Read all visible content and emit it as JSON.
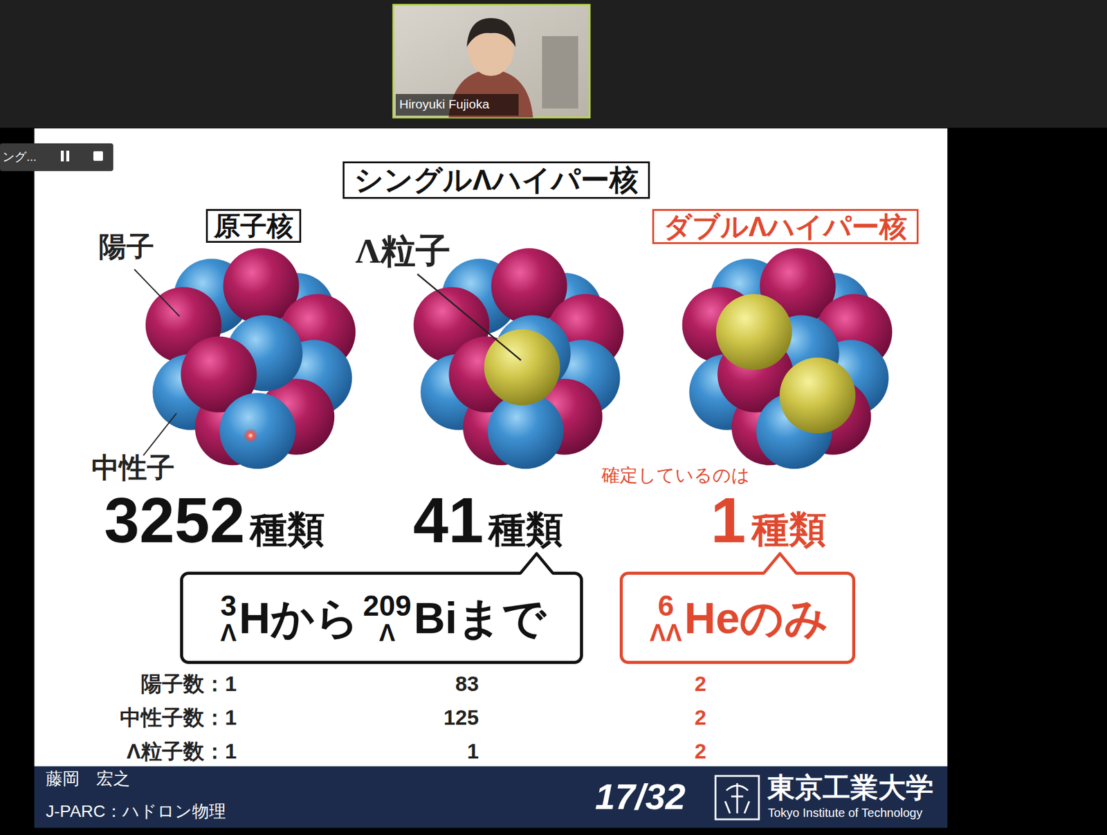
{
  "diagram": {
    "nodes": [
      {
        "text": [
          "シングルΛハイパー核"
        ]
      },
      {
        "text": [
          "原子核"
        ]
      },
      {
        "text": [
          "ダブルΛハイパー核"
        ]
      },
      {
        "text": [
          "3",
          "Λ",
          "Hから",
          "209",
          "Λ",
          "Biまで"
        ]
      },
      {
        "text": [
          "6",
          "ΛΛ",
          "Heのみ"
        ]
      }
    ],
    "labels": [
      "Hiroyuki Fujioka",
      "ング...",
      "陽子",
      "Λ粒子",
      "中性子",
      "3252",
      "種類",
      "41",
      "種類",
      "確定しているのは",
      "1",
      "種類",
      "陽子数：1",
      "83",
      "2",
      "中性子数：1",
      "125",
      "2",
      "Λ粒子数：1",
      "1",
      "2",
      "藤岡　宏之",
      "J-PARC：ハドロン物理",
      "17/32",
      "東京工業大学",
      "Tokyo Institute of Technology"
    ]
  }
}
